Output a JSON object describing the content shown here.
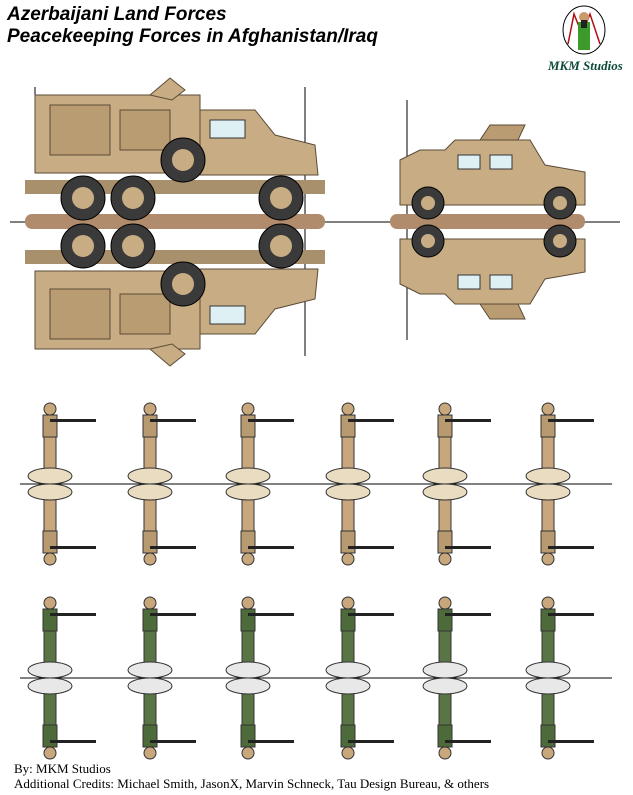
{
  "header": {
    "title_line1": "Azerbaijani Land Forces",
    "title_line2": "Peacekeeping Forces in Afghanistan/Iraq"
  },
  "logo": {
    "text": "MKM Studios"
  },
  "credits": {
    "by": "By:  MKM Studios",
    "additional": "Additional Credits:  Michael Smith, JasonX, Marvin Schneck, Tau Design Bureau, & others"
  },
  "colors": {
    "desert_tan": "#c8ad84",
    "dark_tan": "#8a7455",
    "fold_bar": "#b08c6c",
    "wheel": "#3a3a3a",
    "camo_green": "#4d6b3a",
    "camo_desert": "#c9a77c"
  },
  "soldier_rows": [
    {
      "count": 6,
      "uniform": "desert"
    },
    {
      "count": 6,
      "uniform": "woodland"
    }
  ]
}
